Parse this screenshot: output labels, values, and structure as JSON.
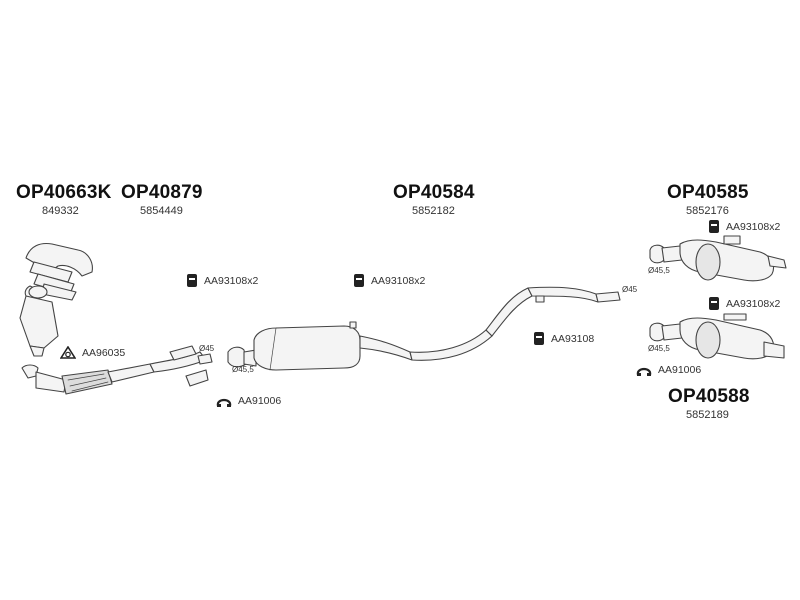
{
  "parts": [
    {
      "id": "cat",
      "part_no": "OP40663K",
      "oem_no": "849332"
    },
    {
      "id": "front_pipe",
      "part_no": "OP40879",
      "oem_no": "5854449"
    },
    {
      "id": "middle",
      "part_no": "OP40584",
      "oem_no": "5852182"
    },
    {
      "id": "rear_top",
      "part_no": "OP40585",
      "oem_no": "5852176"
    },
    {
      "id": "rear_bottom",
      "part_no": "OP40588",
      "oem_no": "5852189"
    }
  ],
  "accessories": [
    {
      "code": "AA93108x2",
      "icon": "rubber-mount-icon"
    },
    {
      "code": "AA93108x2",
      "icon": "rubber-mount-icon"
    },
    {
      "code": "AA93108",
      "icon": "rubber-mount-icon"
    },
    {
      "code": "AA93108x2",
      "icon": "rubber-mount-icon"
    },
    {
      "code": "AA93108x2",
      "icon": "rubber-mount-icon"
    },
    {
      "code": "AA96035",
      "icon": "gasket-icon"
    },
    {
      "code": "AA91006",
      "icon": "clamp-icon"
    },
    {
      "code": "AA91006",
      "icon": "clamp-icon"
    }
  ],
  "dimensions": {
    "d45_front": "Ø45",
    "d45_5_mid": "Ø45,5",
    "d45_rear": "Ø45",
    "d45_5_rear_top": "Ø45,5",
    "d45_5_rear_bottom": "Ø45,5"
  },
  "colors": {
    "line": "#444444",
    "fill": "#f2f2f2",
    "icon": "#222222"
  }
}
